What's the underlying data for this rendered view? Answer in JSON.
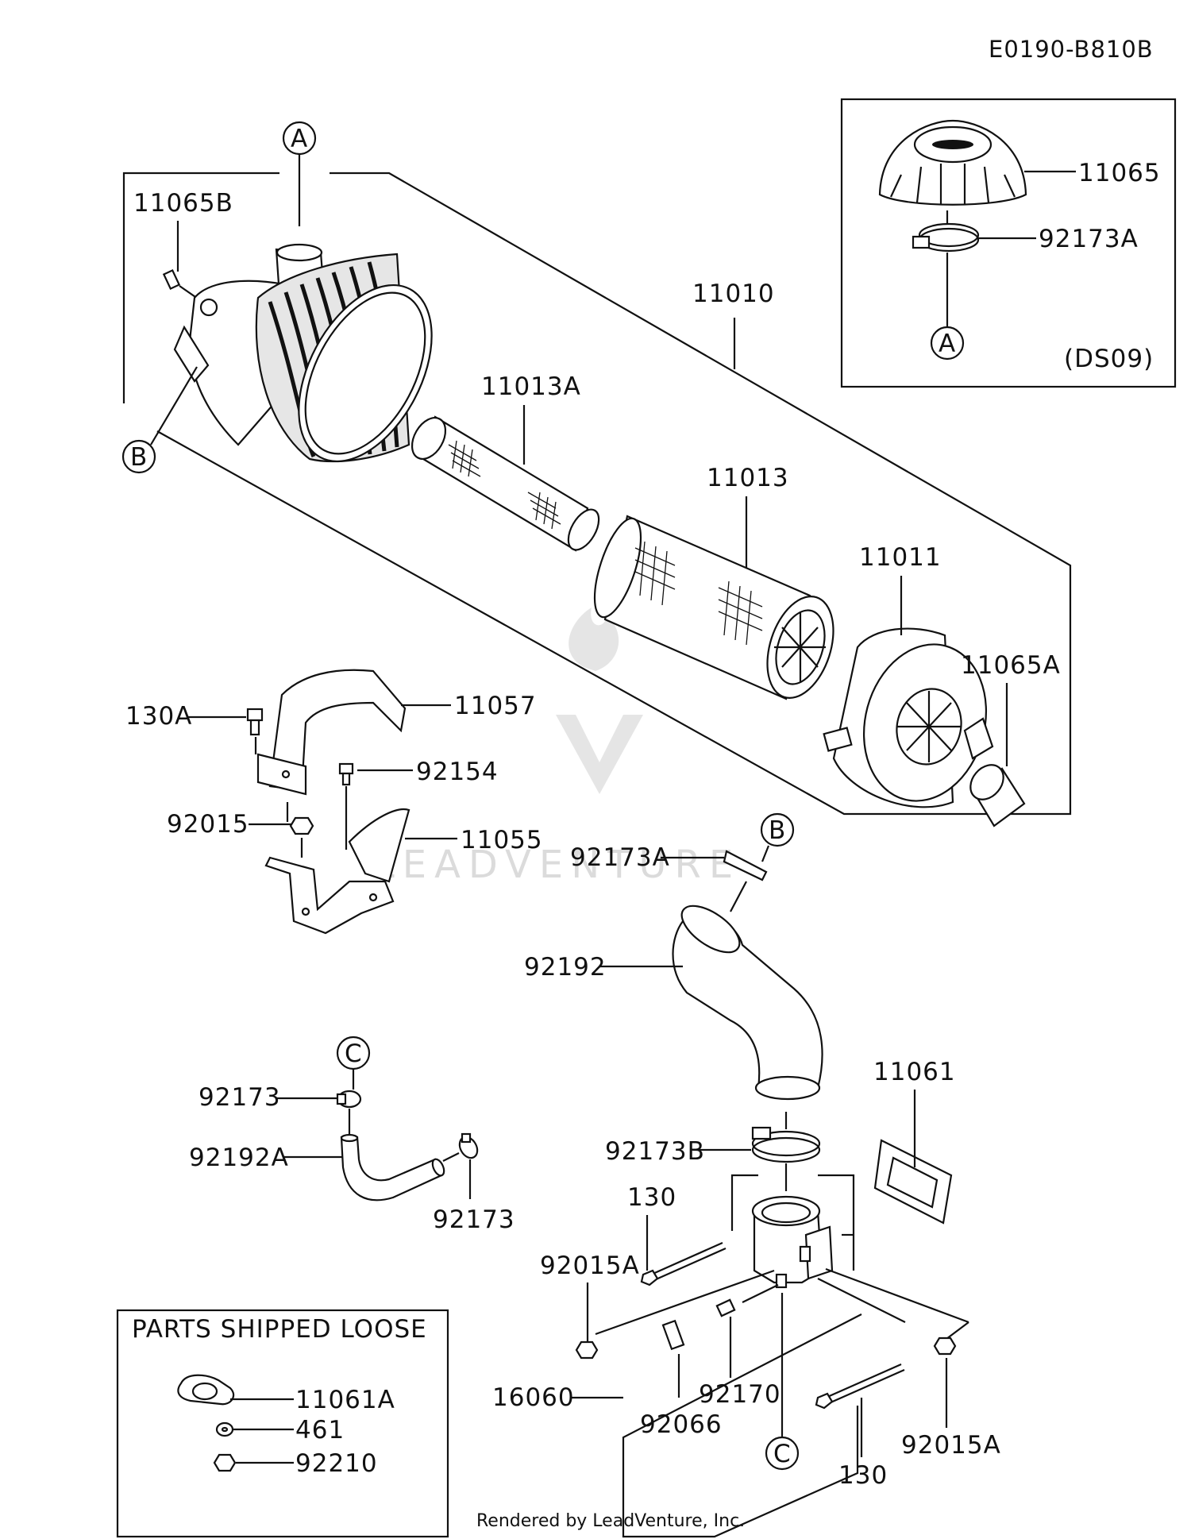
{
  "drawing_code": "E0190-B810B",
  "inset_variant": "(DS09)",
  "loose_parts_title": "PARTS SHIPPED LOOSE",
  "credit": "Rendered by LeadVenture, Inc.",
  "watermark": "LEADVENTURE",
  "refs": {
    "a": "A",
    "b": "B",
    "c": "C"
  },
  "parts": {
    "p11065": "11065",
    "p92173A_top": "92173A",
    "p11065B": "11065B",
    "p11010": "11010",
    "p11013A": "11013A",
    "p11013": "11013",
    "p11011": "11011",
    "p11065A": "11065A",
    "p130A": "130A",
    "p11057": "11057",
    "p92154": "92154",
    "p92015": "92015",
    "p11055": "11055",
    "p92173A_mid": "92173A",
    "p92192": "92192",
    "p11061": "11061",
    "p92173": "92173",
    "p92192A": "92192A",
    "p92173_b": "92173",
    "p92173B": "92173B",
    "p130_top": "130",
    "p92015A_left": "92015A",
    "p16060": "16060",
    "p92170": "92170",
    "p92066": "92066",
    "p130_bottom": "130",
    "p92015A_right": "92015A",
    "p11061A": "11061A",
    "p461": "461",
    "p92210": "92210"
  }
}
